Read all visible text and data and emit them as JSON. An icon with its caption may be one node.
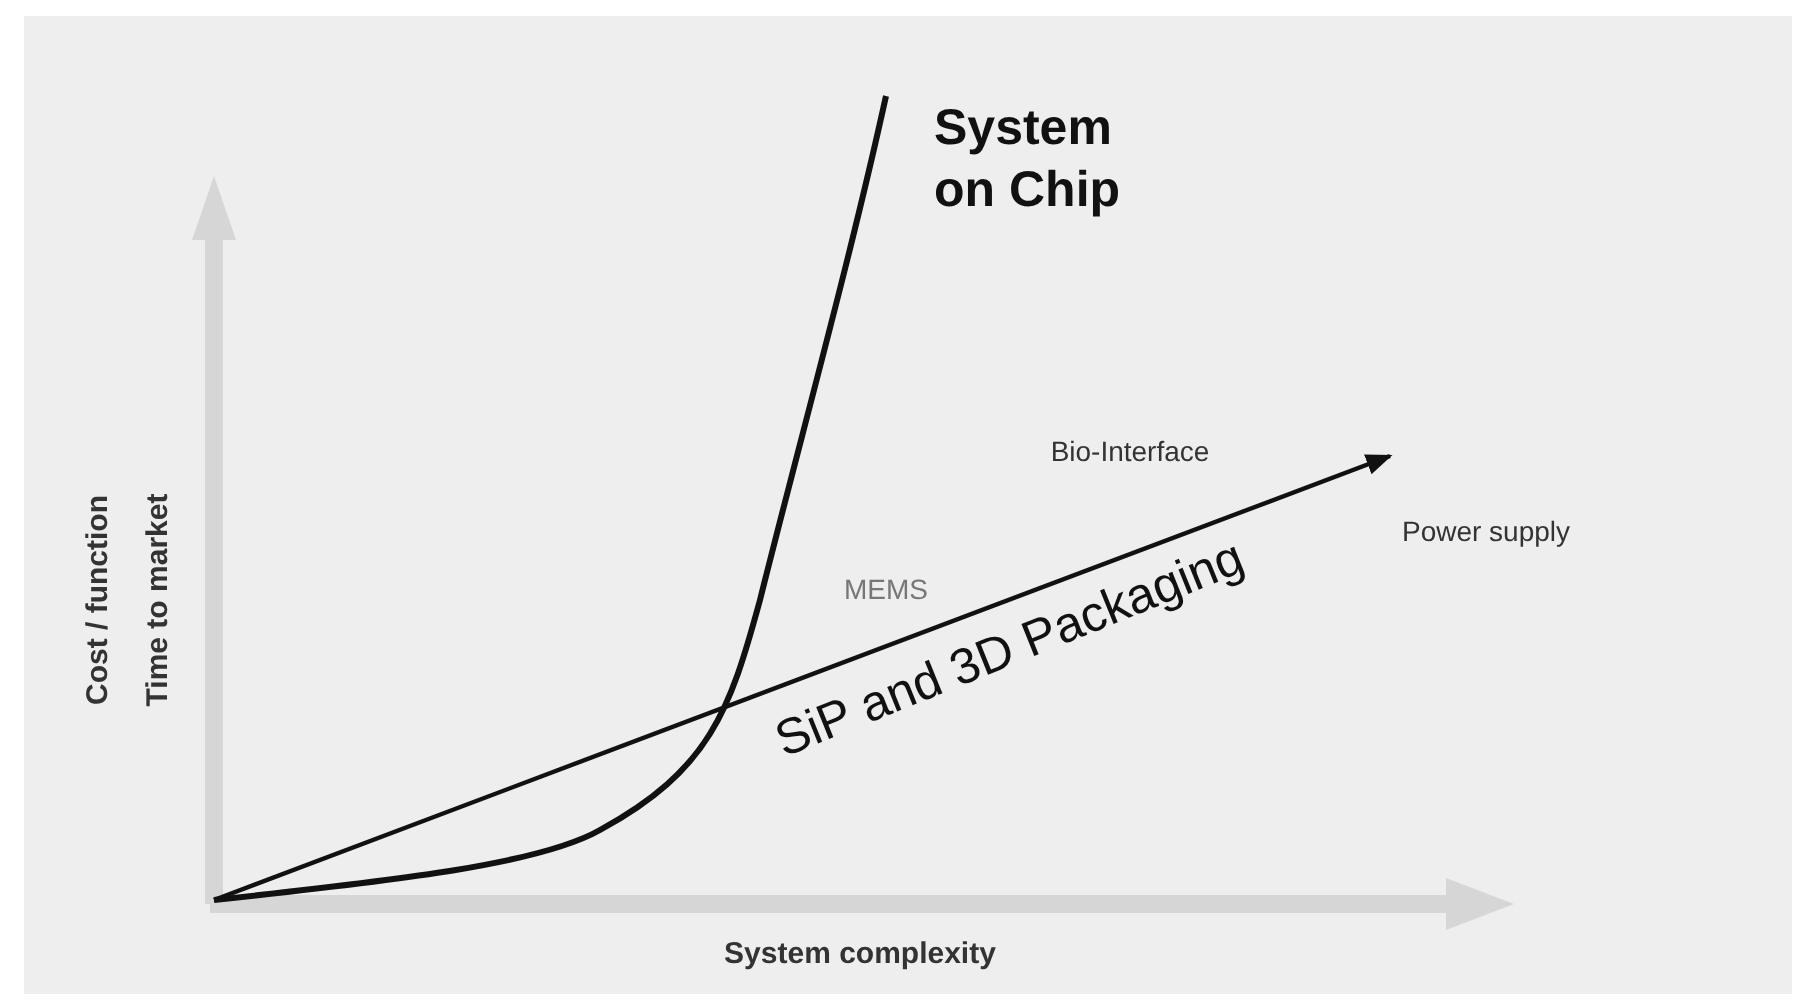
{
  "diagram": {
    "labels": [
      "System on Chip",
      "Cost / function",
      "Time to market",
      "Bio-Interface",
      "Power supply",
      "MEMS",
      "SiP and 3D Packaging",
      "System complexity"
    ]
  }
}
